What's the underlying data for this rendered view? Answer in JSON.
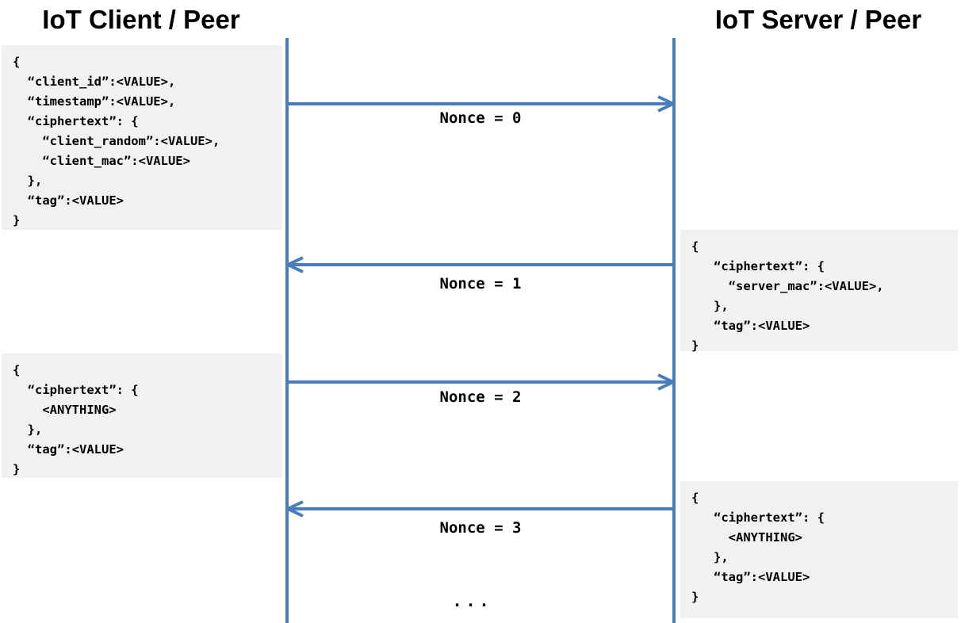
{
  "diagram": {
    "client_title": "IoT Client / Peer",
    "server_title": "IoT Server / Peer",
    "ellipsis": "...",
    "colors": {
      "line_blue": "#4a7ebb",
      "box_gray": "#f1f1f2",
      "text_black": "#000000"
    },
    "messages": [
      {
        "label": "Nonce = 0",
        "direction": "client-to-server"
      },
      {
        "label": "Nonce = 1",
        "direction": "server-to-client"
      },
      {
        "label": "Nonce = 2",
        "direction": "client-to-server"
      },
      {
        "label": "Nonce = 3",
        "direction": "server-to-client"
      }
    ],
    "payloads": {
      "client_nonce0": "{\n  “client_id”:<VALUE>,\n  “timestamp”:<VALUE>,\n  “ciphertext”: {\n    “client_random”:<VALUE>,\n    “client_mac”:<VALUE>\n  },\n  “tag”:<VALUE>\n}",
      "server_nonce1": "{\n   “ciphertext”: {\n     “server_mac”:<VALUE>,\n   },\n   “tag”:<VALUE>\n}",
      "client_nonce2": "{\n  “ciphertext”: {\n    <ANYTHING>\n  },\n  “tag”:<VALUE>\n}",
      "server_nonce3": "{\n   “ciphertext”: {\n     <ANYTHING>\n   },\n   “tag”:<VALUE>\n}"
    }
  }
}
